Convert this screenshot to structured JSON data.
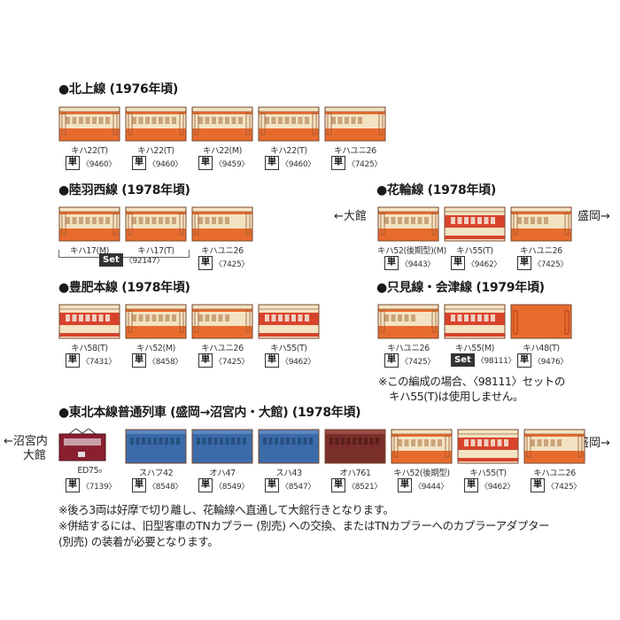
{
  "colors": {
    "cream": "#f3e3c2",
    "red": "#d8432c",
    "orange": "#e86b2e",
    "blue": "#3a6aa8",
    "brown": "#7a2e2a",
    "maroon": "#8a1f30"
  },
  "sections": [
    {
      "title": "●北上線 (1976年頃)",
      "cars": [
        {
          "name": "キハ22(T)",
          "code": "〈9460〉",
          "badge": "単",
          "style": "kiha22"
        },
        {
          "name": "キハ22(T)",
          "code": "〈9460〉",
          "badge": "単",
          "style": "kiha22"
        },
        {
          "name": "キハ22(M)",
          "code": "〈9459〉",
          "badge": "単",
          "style": "kiha22"
        },
        {
          "name": "キハ22(T)",
          "code": "〈9460〉",
          "badge": "単",
          "style": "kiha22"
        },
        {
          "name": "キハユニ26",
          "code": "〈7425〉",
          "badge": "単",
          "style": "kihayuni"
        }
      ]
    },
    {
      "title": "●陸羽西線 (1978年頃)",
      "cars": [
        {
          "name": "キハ17(M)",
          "code": "",
          "badge": "",
          "style": "kiha17"
        },
        {
          "name": "キハ17(T)",
          "code": "",
          "badge": "",
          "style": "kiha17"
        },
        {
          "name": "キハユニ26",
          "code": "〈7425〉",
          "badge": "単",
          "style": "kihayuni"
        }
      ],
      "set": {
        "badge": "Set",
        "code": "〈92147〉"
      }
    },
    {
      "title": "●花輪線 (1978年頃)",
      "from": "←大館",
      "to": "盛岡→",
      "cars": [
        {
          "name": "キハ52(後期型)(M)",
          "code": "〈9443〉",
          "badge": "単",
          "style": "kiha52"
        },
        {
          "name": "キハ55(T)",
          "code": "〈9462〉",
          "badge": "単",
          "style": "kiha55"
        },
        {
          "name": "キハユニ26",
          "code": "〈7425〉",
          "badge": "単",
          "style": "kihayuni"
        }
      ]
    },
    {
      "title": "●豊肥本線 (1978年頃)",
      "cars": [
        {
          "name": "キハ58(T)",
          "code": "〈7431〉",
          "badge": "単",
          "style": "kiha58"
        },
        {
          "name": "キハ52(M)",
          "code": "〈8458〉",
          "badge": "単",
          "style": "kiha52"
        },
        {
          "name": "キハユニ26",
          "code": "〈7425〉",
          "badge": "単",
          "style": "kihayuni"
        },
        {
          "name": "キハ55(T)",
          "code": "〈9462〉",
          "badge": "単",
          "style": "kiha55"
        }
      ]
    },
    {
      "title": "●只見線・会津線 (1979年頃)",
      "cars": [
        {
          "name": "キハユニ26",
          "code": "〈7425〉",
          "badge": "単",
          "style": "kihayuni"
        },
        {
          "name": "キハ55(M)",
          "code": "〈98111〉",
          "badge": "Set",
          "style": "kiha55"
        },
        {
          "name": "キハ48(T)",
          "code": "〈9476〉",
          "badge": "単",
          "style": "kiha48"
        }
      ],
      "note_lines": [
        "※この編成の場合、〈98111〉セットの",
        "キハ55(T)は使用しません。"
      ]
    },
    {
      "title": "●東北本線普通列車 (盛岡→沼宮内・大館) (1978年頃)",
      "from_lines": [
        "←沼宮内",
        "大館"
      ],
      "to": "盛岡→",
      "cars": [
        {
          "name": "ED75₀",
          "code": "〈7139〉",
          "badge": "単",
          "style": "ed75"
        },
        {
          "name": "スハフ42",
          "code": "〈8548〉",
          "badge": "単",
          "style": "blue"
        },
        {
          "name": "オハ47",
          "code": "〈8549〉",
          "badge": "単",
          "style": "blue"
        },
        {
          "name": "スハ43",
          "code": "〈8547〉",
          "badge": "単",
          "style": "blue"
        },
        {
          "name": "オハ761",
          "code": "〈8521〉",
          "badge": "単",
          "style": "brown"
        },
        {
          "name": "キハ52(後期型)",
          "code": "〈9444〉",
          "badge": "単",
          "style": "kiha52"
        },
        {
          "name": "キハ55(T)",
          "code": "〈9462〉",
          "badge": "単",
          "style": "kiha55"
        },
        {
          "name": "キハユニ26",
          "code": "〈7425〉",
          "badge": "単",
          "style": "kihayuni"
        }
      ]
    }
  ],
  "footnotes": [
    "※後ろ3両は好摩で切り離し、花輪線へ直通して大館行きとなります。",
    "※併結するには、旧型客車のTNカプラー (別売) への交換、またはTNカプラーへのカプラーアダプター",
    "(別売) の装着が必要となります。"
  ]
}
